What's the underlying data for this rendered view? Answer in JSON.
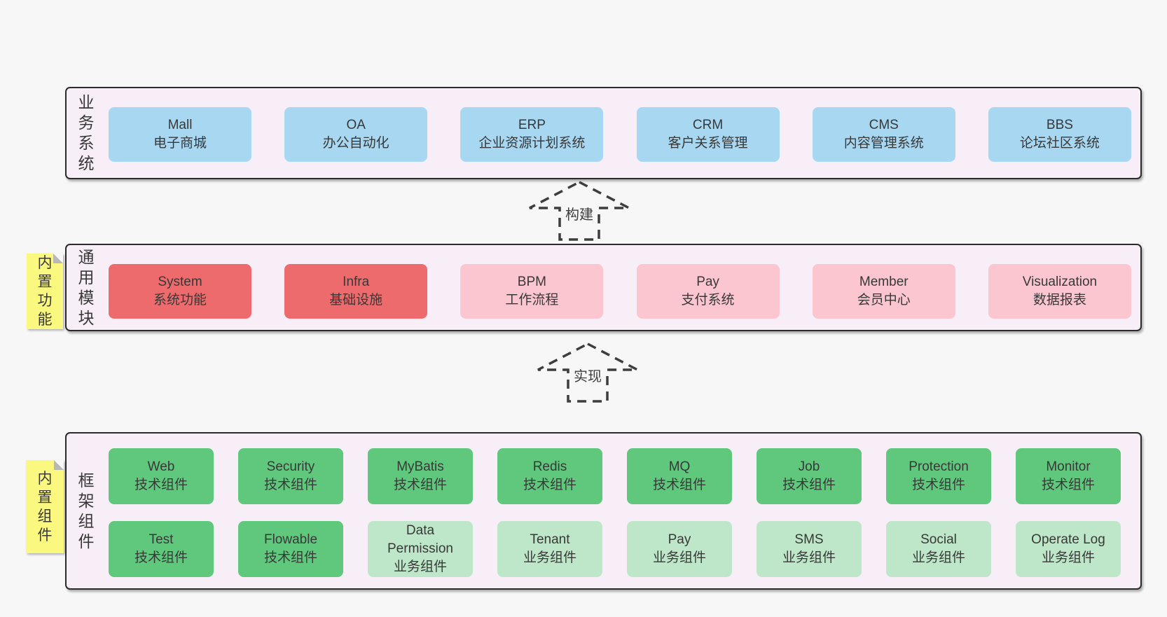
{
  "diagram": {
    "layers": [
      {
        "id": "business",
        "side_label": "业务系统",
        "boxes": [
          {
            "title": "Mall",
            "subtitle": "电子商城",
            "variant": "blue"
          },
          {
            "title": "OA",
            "subtitle": "办公自动化",
            "variant": "blue"
          },
          {
            "title": "ERP",
            "subtitle": "企业资源计划系统",
            "variant": "blue"
          },
          {
            "title": "CRM",
            "subtitle": "客户关系管理",
            "variant": "blue"
          },
          {
            "title": "CMS",
            "subtitle": "内容管理系统",
            "variant": "blue"
          },
          {
            "title": "BBS",
            "subtitle": "论坛社区系统",
            "variant": "blue"
          }
        ]
      },
      {
        "id": "modules",
        "side_label": "通用模块",
        "sticky_note": "内置功能",
        "boxes": [
          {
            "title": "System",
            "subtitle": "系统功能",
            "variant": "red"
          },
          {
            "title": "Infra",
            "subtitle": "基础设施",
            "variant": "red"
          },
          {
            "title": "BPM",
            "subtitle": "工作流程",
            "variant": "pink"
          },
          {
            "title": "Pay",
            "subtitle": "支付系统",
            "variant": "pink"
          },
          {
            "title": "Member",
            "subtitle": "会员中心",
            "variant": "pink"
          },
          {
            "title": "Visualization",
            "subtitle": "数据报表",
            "variant": "pink"
          }
        ]
      },
      {
        "id": "components",
        "side_label": "框架组件",
        "sticky_note": "内置组件",
        "rows": [
          [
            {
              "title": "Web",
              "subtitle": "技术组件",
              "variant": "green"
            },
            {
              "title": "Security",
              "subtitle": "技术组件",
              "variant": "green"
            },
            {
              "title": "MyBatis",
              "subtitle": "技术组件",
              "variant": "green"
            },
            {
              "title": "Redis",
              "subtitle": "技术组件",
              "variant": "green"
            },
            {
              "title": "MQ",
              "subtitle": "技术组件",
              "variant": "green"
            },
            {
              "title": "Job",
              "subtitle": "技术组件",
              "variant": "green"
            },
            {
              "title": "Protection",
              "subtitle": "技术组件",
              "variant": "green"
            },
            {
              "title": "Monitor",
              "subtitle": "技术组件",
              "variant": "green"
            }
          ],
          [
            {
              "title": "Test",
              "subtitle": "技术组件",
              "variant": "green"
            },
            {
              "title": "Flowable",
              "subtitle": "技术组件",
              "variant": "green"
            },
            {
              "title": "Data\nPermission",
              "subtitle": "业务组件",
              "variant": "light-green"
            },
            {
              "title": "Tenant",
              "subtitle": "业务组件",
              "variant": "light-green"
            },
            {
              "title": "Pay",
              "subtitle": "业务组件",
              "variant": "light-green"
            },
            {
              "title": "SMS",
              "subtitle": "业务组件",
              "variant": "light-green"
            },
            {
              "title": "Social",
              "subtitle": "业务组件",
              "variant": "light-green"
            },
            {
              "title": "Operate Log",
              "subtitle": "业务组件",
              "variant": "light-green"
            }
          ]
        ]
      }
    ],
    "arrows": [
      {
        "id": "build",
        "label": "构建"
      },
      {
        "id": "implement",
        "label": "实现"
      }
    ],
    "colors": {
      "page_bg": "#f7f7f7",
      "layer_bg": "#f8eef7",
      "layer_border": "#2b2b2b",
      "blue": "#a8d7f2",
      "red": "#ee6b6d",
      "pink": "#fbc6d0",
      "green": "#5fc87c",
      "light_green": "#bde7c8",
      "sticky_yellow": "#fbf880",
      "sticky_fold": "#b8b8b8",
      "text": "#383838"
    }
  }
}
